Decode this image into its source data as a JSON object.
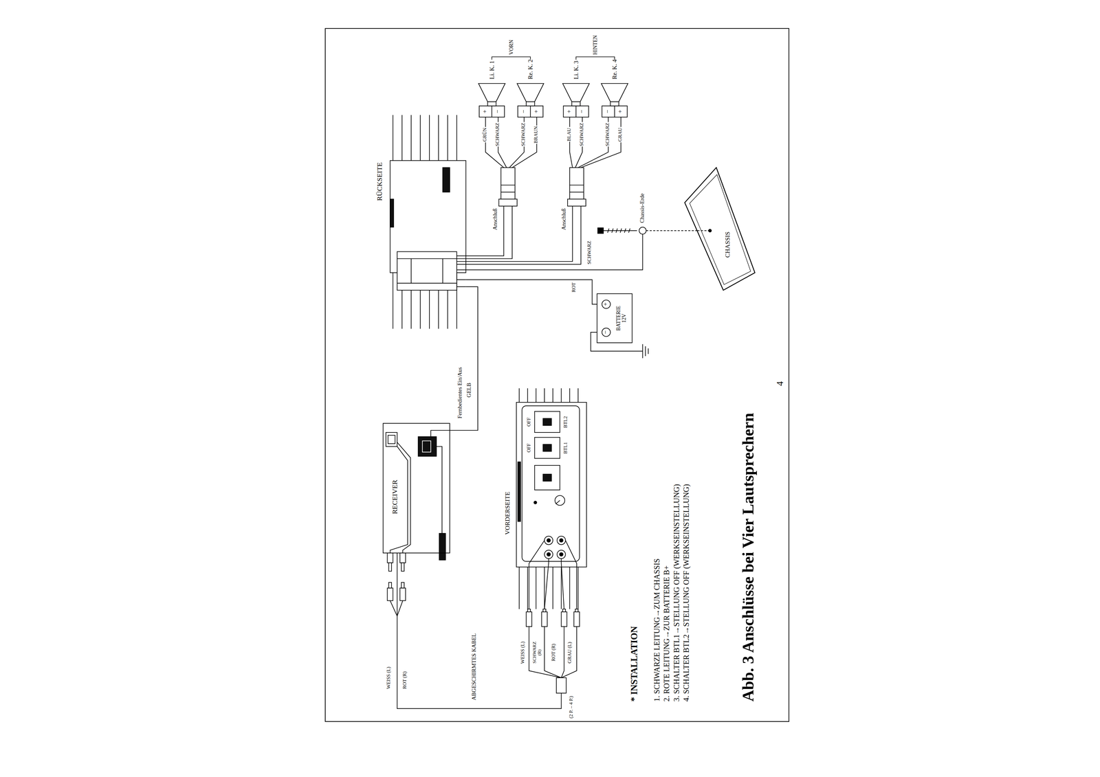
{
  "diagram": {
    "caption": "Abb. 3 Anschlüsse bei Vier Lautsprechern",
    "nodes": [
      {
        "text": [
          "RÜCKSEITE"
        ]
      },
      {
        "text": [
          "RECEIVER"
        ]
      },
      {
        "text": [
          "VORDERSEITE",
          "OFF",
          "OFF",
          "BTL1",
          "BTL2"
        ]
      },
      {
        "text": [
          "Li. K. 1",
          "+",
          "−"
        ]
      },
      {
        "text": [
          "Re. K. 2",
          "−",
          "+"
        ]
      },
      {
        "text": [
          "Li. K. 3",
          "+",
          "−"
        ]
      },
      {
        "text": [
          "Re. K. 4",
          "−",
          "+"
        ]
      },
      {
        "text": [
          "−",
          "+",
          "BATTERIE 12V"
        ]
      },
      {
        "text": [
          "CHASSIS"
        ]
      }
    ],
    "edges": [
      {
        "from": 1,
        "to": 0,
        "arrow": "none"
      },
      {
        "from": 1,
        "to": 2,
        "arrow": "none"
      },
      {
        "from": 0,
        "to": 3,
        "arrow": "none"
      },
      {
        "from": 0,
        "to": 4,
        "arrow": "none"
      },
      {
        "from": 0,
        "to": 5,
        "arrow": "none"
      },
      {
        "from": 0,
        "to": 6,
        "arrow": "none"
      },
      {
        "from": 0,
        "to": 7,
        "arrow": "none"
      },
      {
        "from": 0,
        "to": 8,
        "arrow": "none"
      }
    ],
    "labels": [
      "VORN",
      "HINTEN",
      "GRÜN",
      "SCHWARZ",
      "SCHWARZ",
      "BRAUN",
      "BLAU",
      "SCHWARZ",
      "SCHWARZ",
      "GRAU",
      "Anschluß",
      "Anschluß",
      "SCHWARZ",
      "ROT",
      "Chassis-Erde",
      "Fernbedientes Ein/Aus",
      "GELB",
      "ABGESCHIRMTES KABEL",
      "WEISS (L)",
      "ROT (R)",
      "WEISS (L)",
      "SCHWARZ (R)",
      "ROT (R)",
      "GRAU (L)",
      "(2 P. – 4 P.)",
      "* INSTALLATION",
      "1. SCHWARZE LEITUNG→ZUM CHASSIS",
      "2. ROTE LEITUNG→ZUR BATTERIE B+",
      "3. SCHALTER BTL1→STELLUNG OFF (WERKSEINSTELLUNG)",
      "4. SCHALTER BTL2→STELLUNG OFF (WERKSEINSTELLUNG)",
      "4"
    ]
  }
}
